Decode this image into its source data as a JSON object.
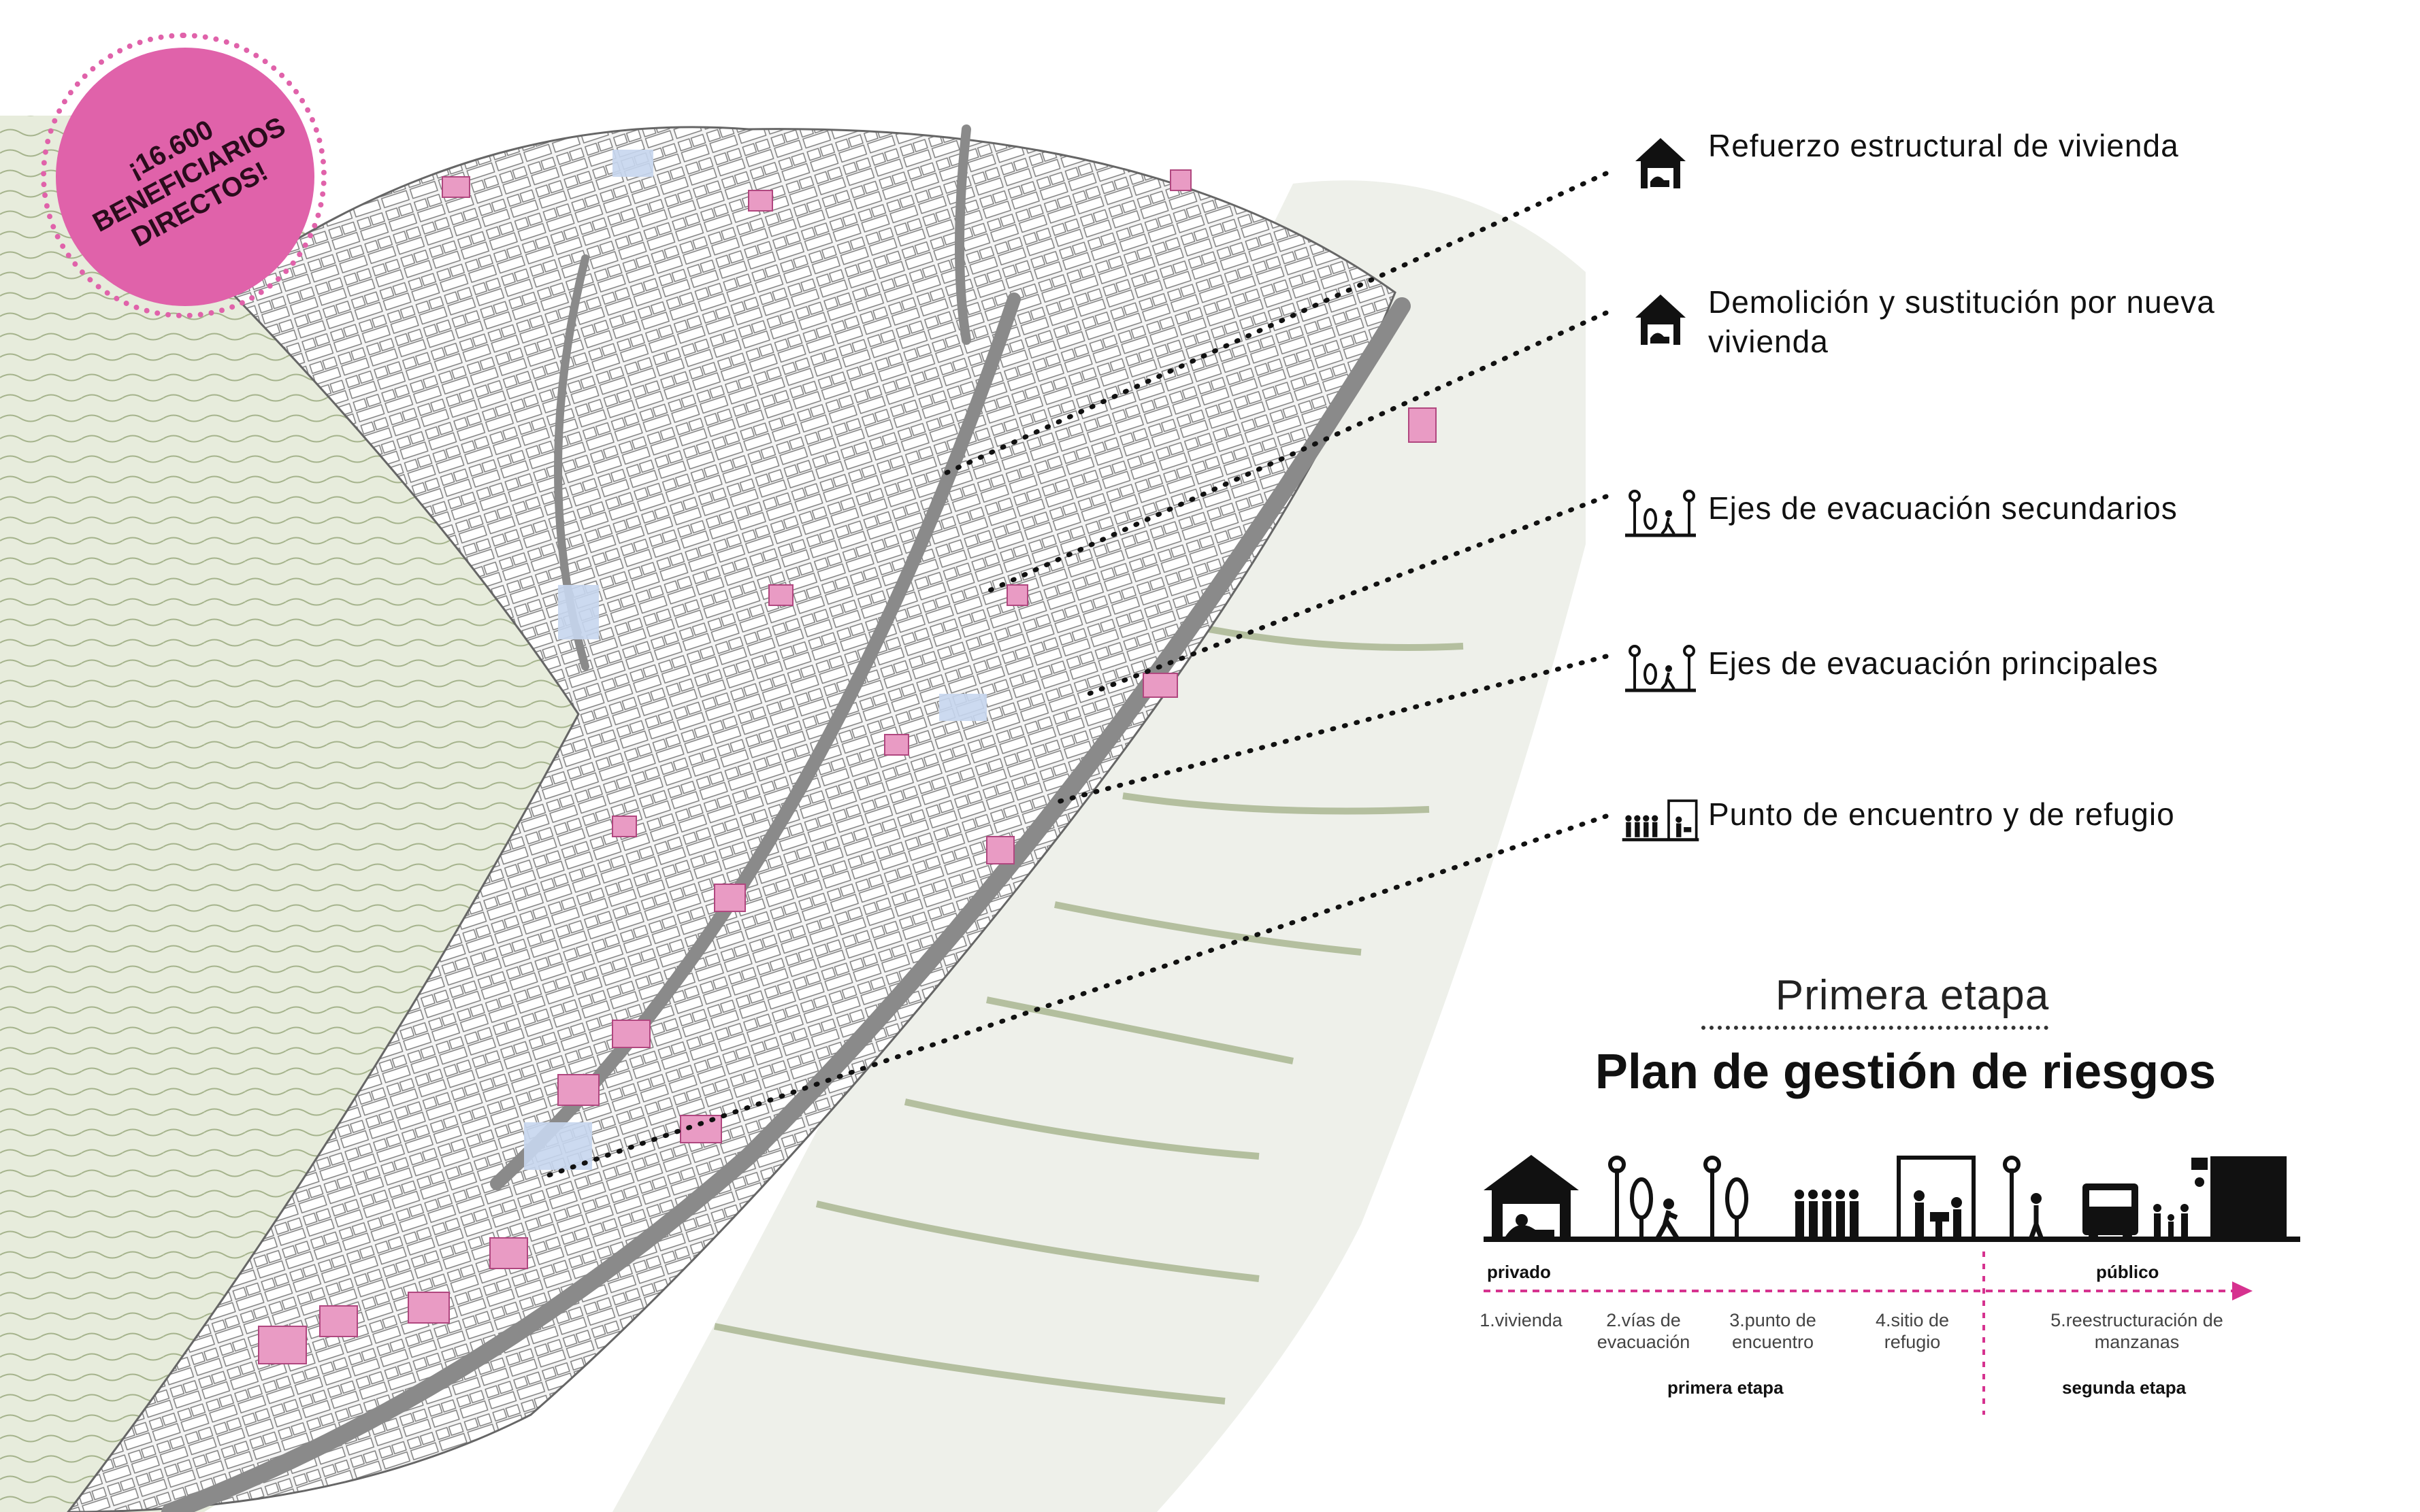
{
  "badge": {
    "text": "¡16.600 BENEFICIARIOS DIRECTOS!",
    "color": "#e062aa"
  },
  "legend": [
    {
      "icon": "house-repair-icon",
      "label": "Refuerzo estructural de vivienda"
    },
    {
      "icon": "house-rebuild-icon",
      "label": "Demolición y sustitución por nueva vivienda"
    },
    {
      "icon": "evacuation-secondary-icon",
      "label": "Ejes de evacuación secundarios"
    },
    {
      "icon": "evacuation-main-icon",
      "label": "Ejes de evacuación principales"
    },
    {
      "icon": "meeting-shelter-icon",
      "label": "Punto de encuentro y de refugio"
    }
  ],
  "stage_title": "Primera etapa",
  "main_title": "Plan de gestión de riesgos",
  "timeline": {
    "left_label": "privado",
    "right_label": "público",
    "steps": [
      "1.vivienda",
      "2.vías de evacuación",
      "3.punto de encuentro",
      "4.sitio de refugio",
      "5.reestructuración de manzanas"
    ],
    "phase_1": "primera etapa",
    "phase_2": "segunda etapa",
    "accent": "#d6328f"
  },
  "colors": {
    "terrain": "#c9d4b4",
    "highlight": "#e99bc4",
    "road": "#8a8a8a"
  }
}
